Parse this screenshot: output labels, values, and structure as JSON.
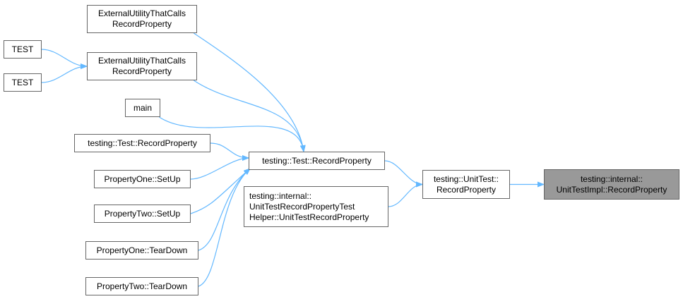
{
  "colors": {
    "edge": "#63b8ff",
    "node_border": "#666666",
    "node_fill": "#ffffff",
    "current_fill": "#999999"
  },
  "nodes": {
    "ext1": [
      "ExternalUtilityThatCalls",
      "RecordProperty"
    ],
    "ext2": [
      "ExternalUtilityThatCalls",
      "RecordProperty"
    ],
    "test1": [
      "TEST"
    ],
    "test2": [
      "TEST"
    ],
    "main": [
      "main"
    ],
    "test_rp_caller": [
      "testing::Test::RecordProperty"
    ],
    "prop_one_setup": [
      "PropertyOne::SetUp"
    ],
    "prop_two_setup": [
      "PropertyTwo::SetUp"
    ],
    "prop_one_teardown": [
      "PropertyOne::TearDown"
    ],
    "prop_two_teardown": [
      "PropertyTwo::TearDown"
    ],
    "test_rp": [
      "testing::Test::RecordProperty"
    ],
    "helper": [
      "testing::internal::",
      "UnitTestRecordPropertyTest",
      "Helper::UnitTestRecordProperty"
    ],
    "unittest_rp": [
      "testing::UnitTest::",
      "RecordProperty"
    ],
    "impl_rp": [
      "testing::internal::",
      "UnitTestImpl::RecordProperty"
    ]
  },
  "edges": [
    [
      "test1",
      "ext2"
    ],
    [
      "test2",
      "ext2"
    ],
    [
      "ext1",
      "test_rp"
    ],
    [
      "ext2",
      "test_rp"
    ],
    [
      "main",
      "test_rp"
    ],
    [
      "test_rp_caller",
      "test_rp"
    ],
    [
      "prop_one_setup",
      "test_rp"
    ],
    [
      "prop_two_setup",
      "test_rp"
    ],
    [
      "prop_one_teardown",
      "test_rp"
    ],
    [
      "prop_two_teardown",
      "test_rp"
    ],
    [
      "test_rp",
      "unittest_rp"
    ],
    [
      "helper",
      "unittest_rp"
    ],
    [
      "unittest_rp",
      "impl_rp"
    ]
  ]
}
